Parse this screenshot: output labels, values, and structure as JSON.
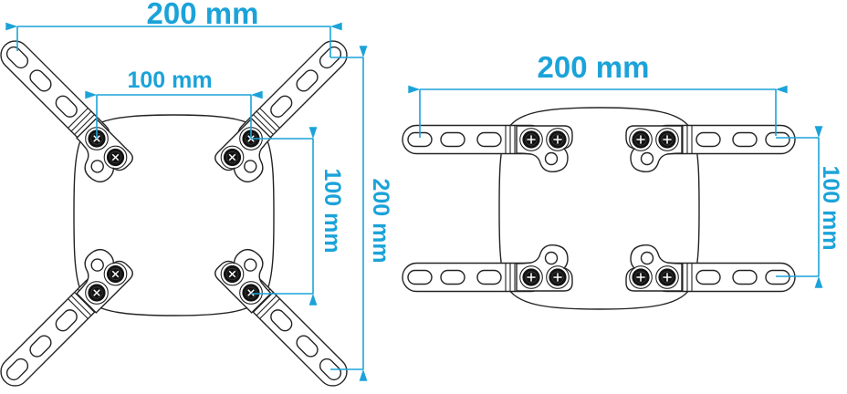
{
  "colors": {
    "dimension_accent": "#1ba3d9",
    "outline": "#232323",
    "screw": "#121212",
    "background": "#ffffff"
  },
  "left_view": {
    "outer_width": "200 mm",
    "inner_width": "100 mm",
    "inner_height": "100 mm",
    "outer_height": "200 mm"
  },
  "right_view": {
    "width": "200 mm",
    "height": "100 mm"
  }
}
